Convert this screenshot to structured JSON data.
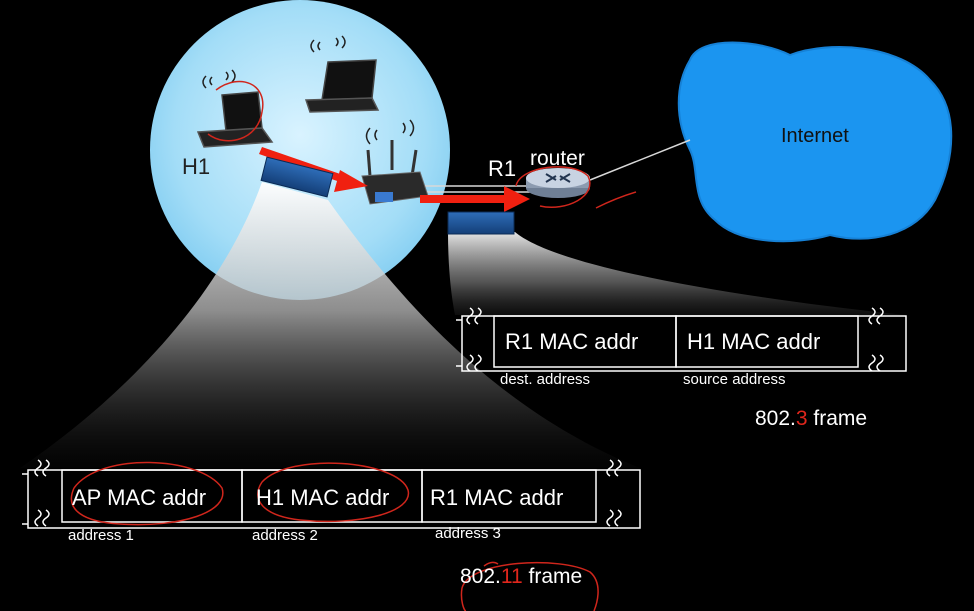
{
  "labels": {
    "host": "H1",
    "ap_router_label": "R1",
    "router": "router",
    "internet": "Internet"
  },
  "frame_802_3": {
    "fields": [
      "R1 MAC addr",
      "H1 MAC addr"
    ],
    "captions": [
      "dest. address",
      "source address"
    ],
    "name_prefix": "802.",
    "name_highlight": "3",
    "name_suffix": " frame"
  },
  "frame_802_11": {
    "fields": [
      "AP MAC addr",
      "H1 MAC addr",
      "R1 MAC addr"
    ],
    "captions": [
      "address 1",
      "address 2",
      "address 3"
    ],
    "name_prefix": "802.",
    "name_highlight": "11",
    "name_suffix": " frame"
  },
  "colors": {
    "wireless_cell": "#9fdcf7",
    "internet_cloud": "#1b95f0",
    "arrow": "#f02010",
    "annotation": "#d0261c",
    "frame_block": "#1f5aa0",
    "highlight_digit": "#e0261c"
  }
}
